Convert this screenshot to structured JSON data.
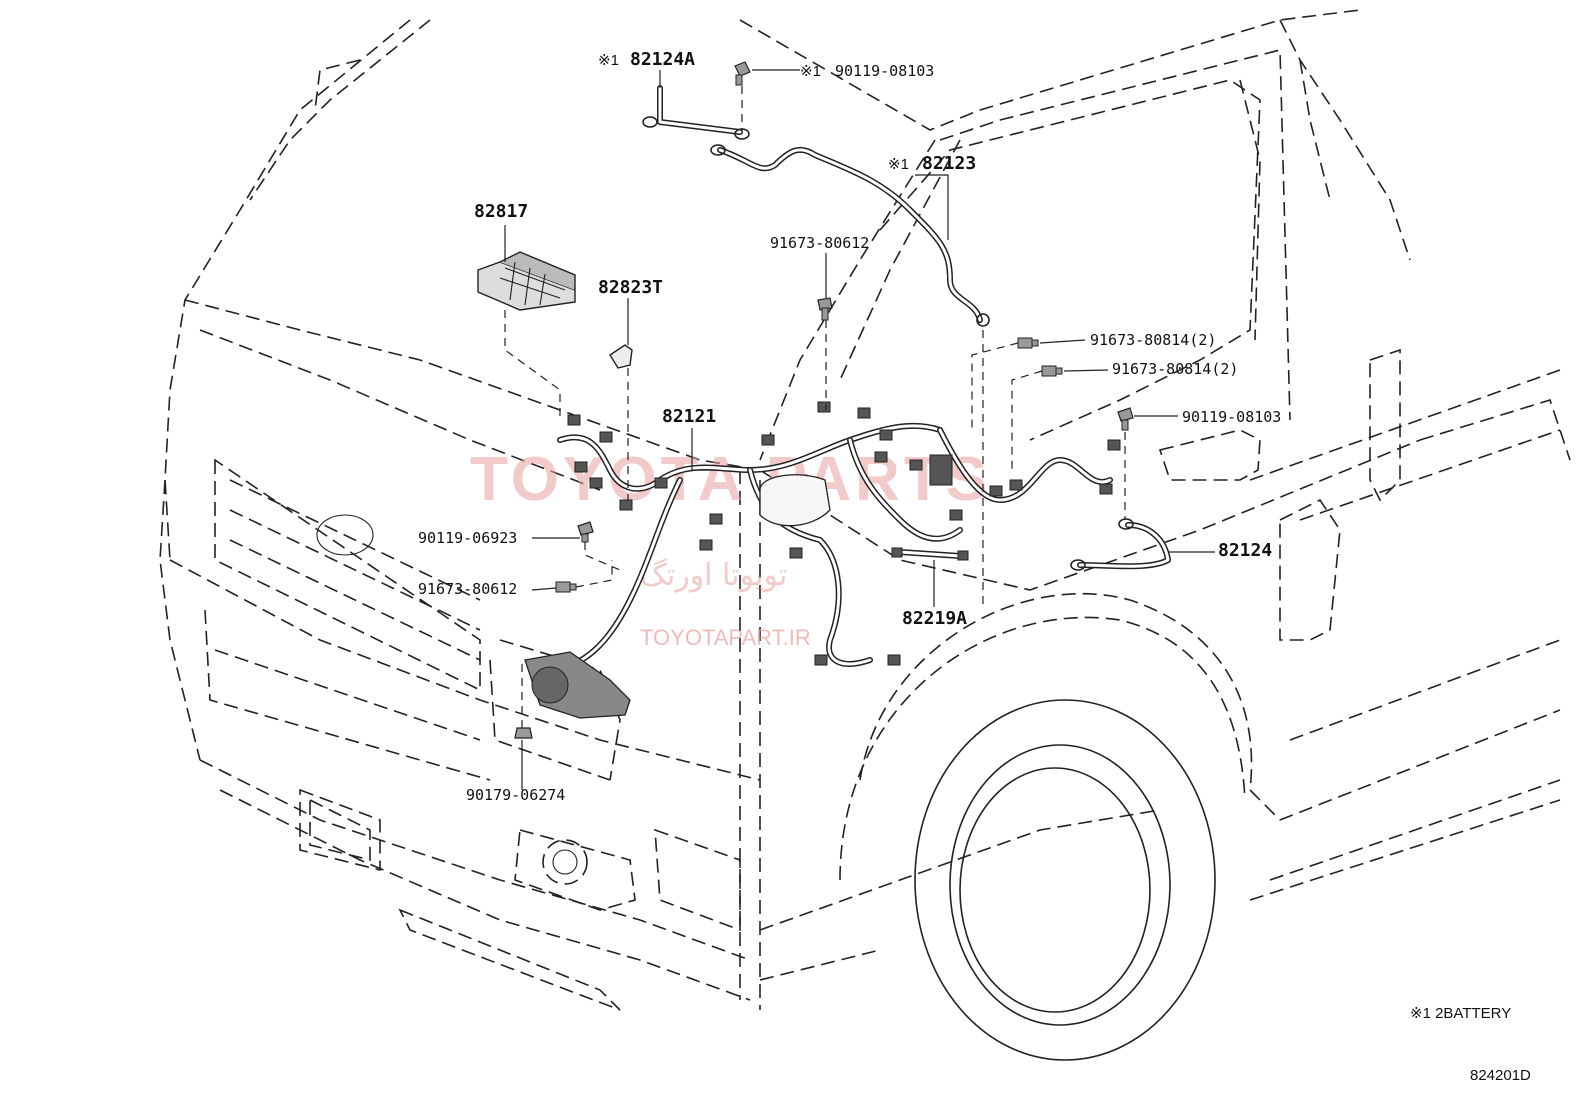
{
  "watermark": {
    "brand_text": "TOYOTA PARTS",
    "persian_text": "تویوتا اورتگ",
    "url_text": "TOYOTAPART.IR"
  },
  "labels": {
    "p82124A": "82124A",
    "p90119_08103_top": "90119-08103",
    "p82123": "82123",
    "p82817": "82817",
    "p82823T": "82823T",
    "p91673_80612_top": "91673-80612",
    "p91673_80814_a": "91673-80814(2)",
    "p91673_80814_b": "91673-80814(2)",
    "p90119_08103_right": "90119-08103",
    "p82121": "82121",
    "p90119_06923": "90119-06923",
    "p91673_80612_left": "91673-80612",
    "p82124": "82124",
    "p82219A": "82219A",
    "p90179_06274": "90179-06274"
  },
  "markers": {
    "battery_mark": "※1"
  },
  "footer": {
    "note": "※1 2BATTERY",
    "diagram_code": "824201D"
  }
}
